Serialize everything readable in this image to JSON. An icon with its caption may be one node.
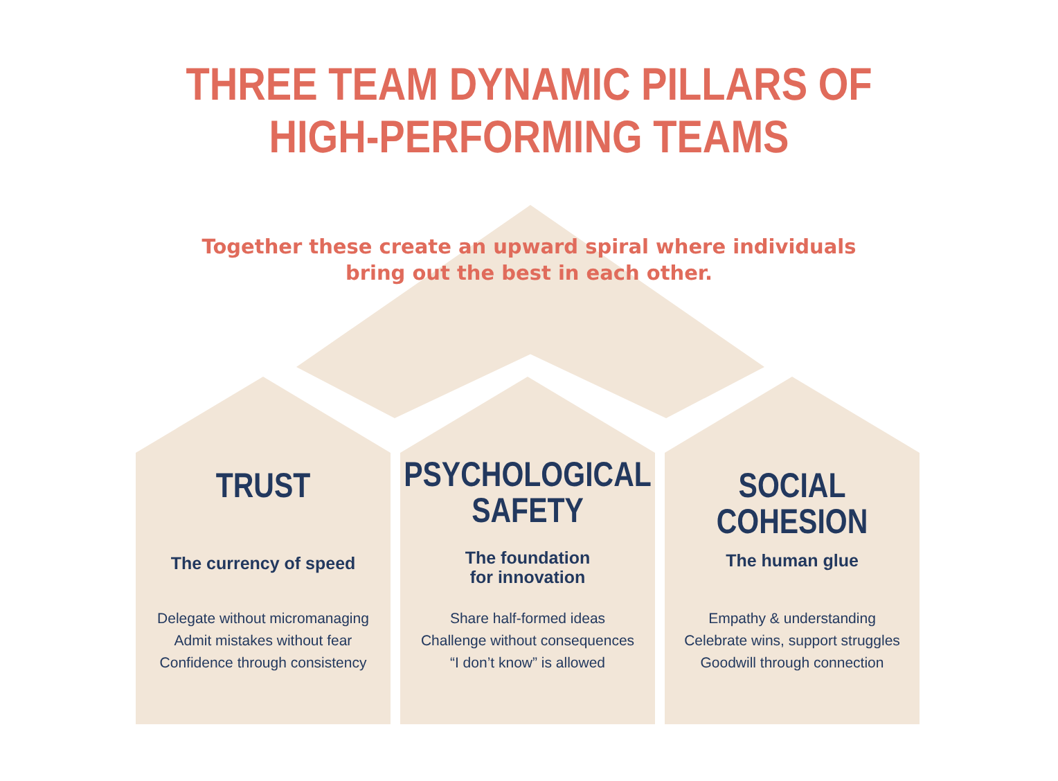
{
  "diagram": {
    "title": "THREE TEAM DYNAMIC PILLARS OF HIGH-PERFORMING TEAMS",
    "nodes": [
      {
        "text": [],
        "shape": "triangle"
      },
      {
        "text": [
          "TRUST",
          "The currency of speed",
          "Delegate without micromanaging",
          "Admit mistakes without fear",
          "Confidence through consistency"
        ]
      },
      {
        "text": [
          "PSYCHOLOGICAL SAFETY",
          "The foundation for innovation",
          "Share half-formed ideas",
          "Challenge without consequences",
          "“I don’t know” is allowed"
        ]
      },
      {
        "text": [
          "SOCIAL COHESION",
          "The human glue",
          "Empathy & understanding",
          "Celebrate wins, support struggles",
          "Goodwill through connection"
        ]
      }
    ],
    "edges": [],
    "labels": [
      "Together these create an upward spiral where individuals bring out the best in each other."
    ]
  }
}
